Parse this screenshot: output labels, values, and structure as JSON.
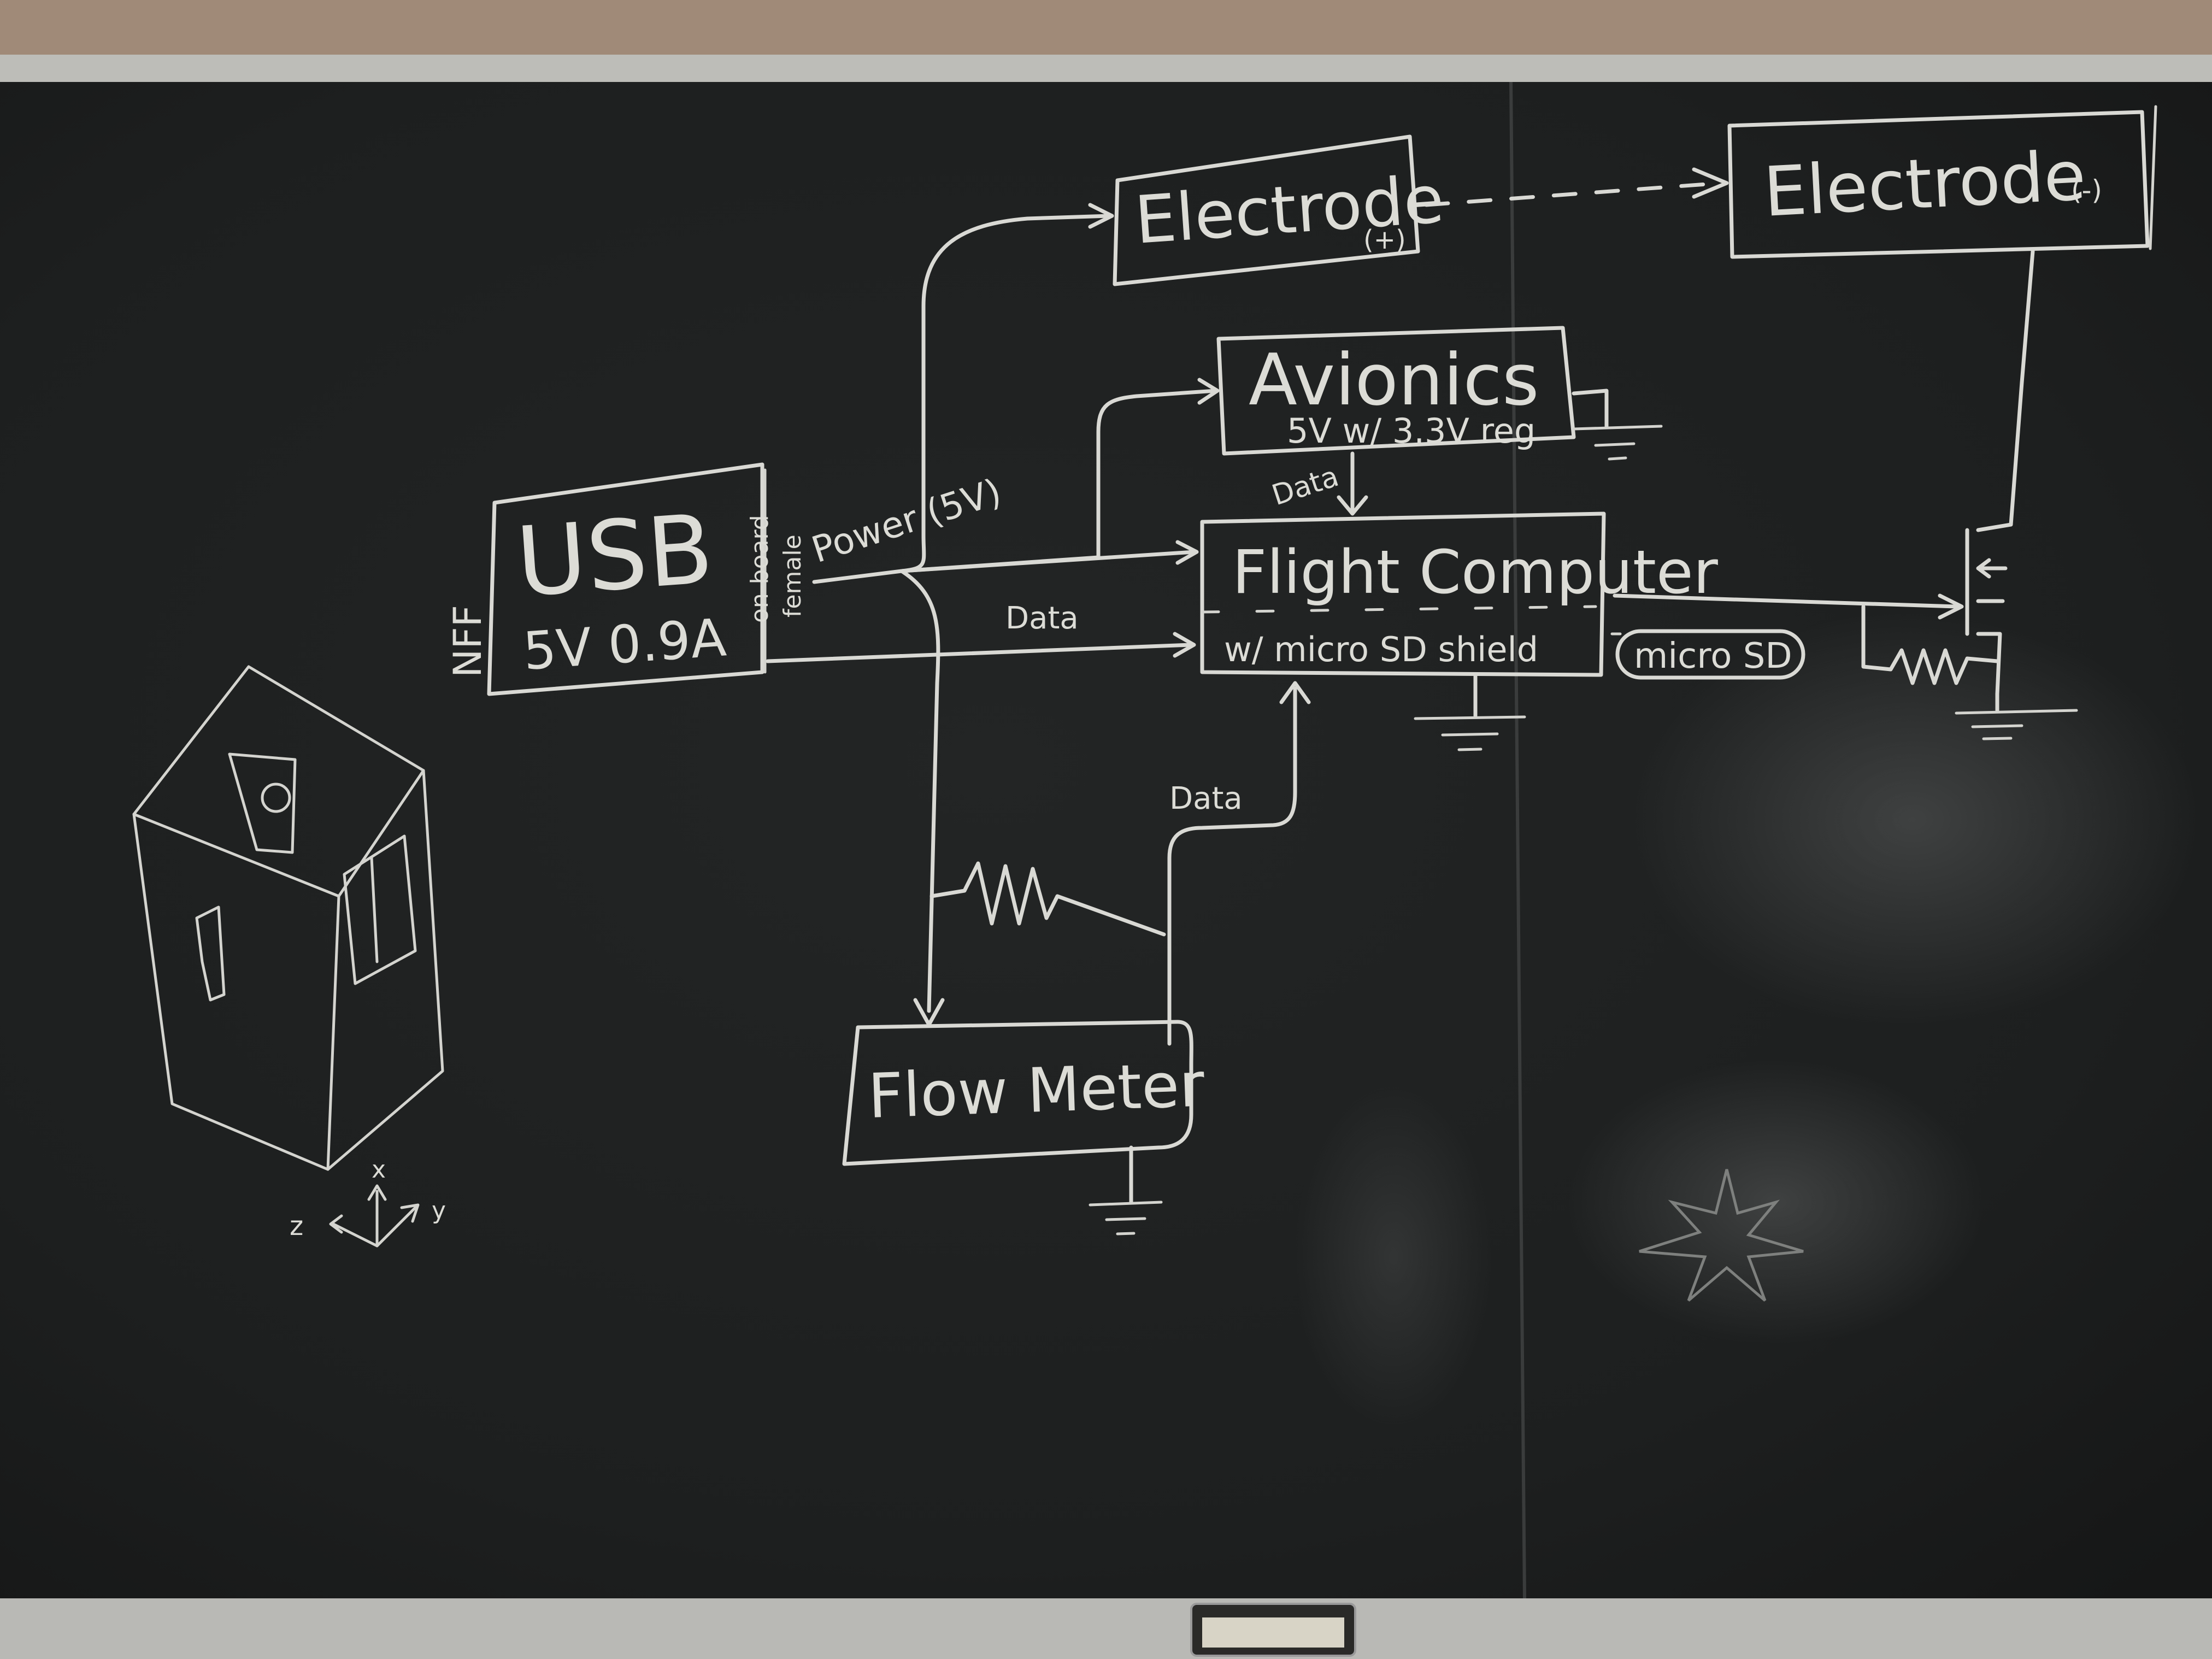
{
  "blocks": {
    "usb": {
      "title": "USB",
      "spec": "5V 0.9A",
      "side_top": "on-board",
      "side_bottom": "female",
      "left_label": "NFF"
    },
    "electrode_pos": {
      "label": "Electrode",
      "polarity": "(+)"
    },
    "electrode_neg": {
      "label": "Electrode",
      "polarity": "(-)"
    },
    "avionics": {
      "title": "Avionics",
      "subtitle": "5V w/ 3.3V reg"
    },
    "flight_computer": {
      "title": "Flight Computer",
      "subtitle": "w/ micro SD shield"
    },
    "microsd": {
      "label": "micro SD"
    },
    "flow_meter": {
      "label": "Flow Meter"
    }
  },
  "connections": {
    "power_label": "Power (5V)",
    "data_usb": "Data",
    "data_avionics": "Data",
    "data_flow": "Data"
  },
  "sketch": {
    "axis_x": "x",
    "axis_y": "y",
    "axis_z": "z"
  },
  "colors": {
    "board": "#1c1e1e",
    "chalk": "#d9d9d4",
    "frame": "#b8b8b4",
    "cork": "#a08a78"
  }
}
